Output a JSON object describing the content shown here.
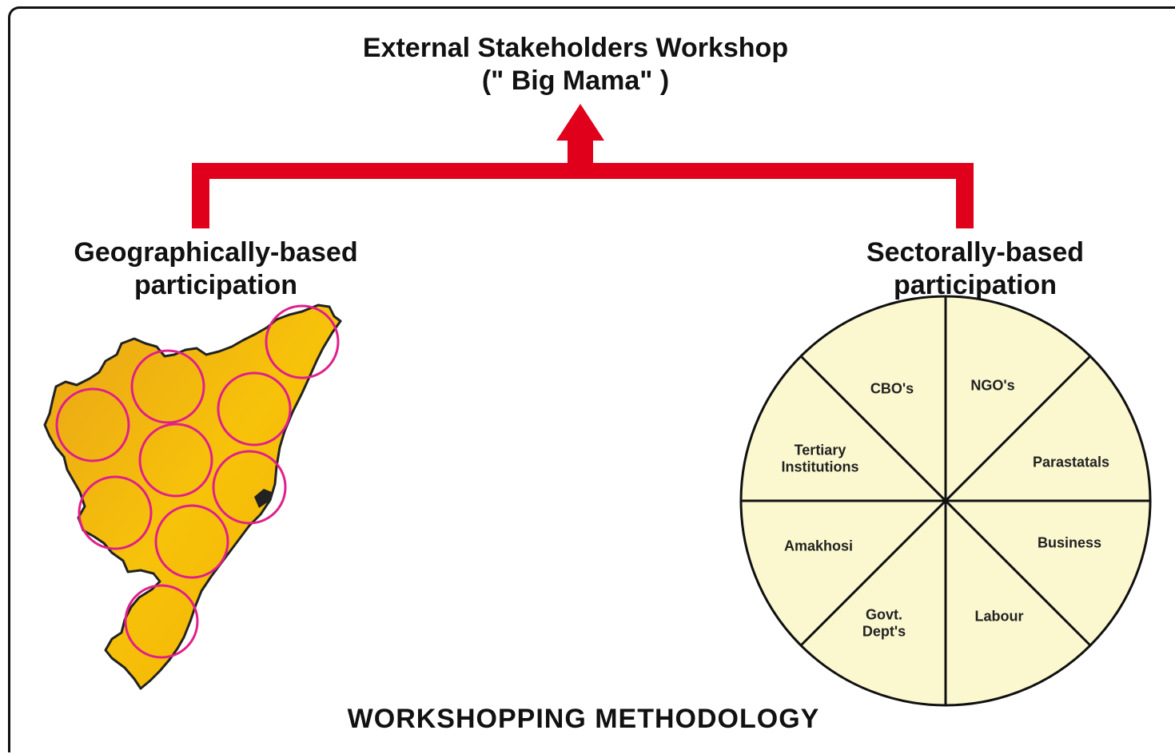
{
  "title": {
    "line1": "External Stakeholders Workshop",
    "line2": "(\" Big Mama\" )"
  },
  "left_branch": {
    "line1": "Geographically-based",
    "line2": "participation"
  },
  "right_branch": {
    "line1": "Sectorally-based",
    "line2": "participation"
  },
  "footer": "WORKSHOPPING METHODOLOGY",
  "sectors": {
    "cbos": "CBO's",
    "ngos": "NGO's",
    "parastatals": "Parastatals",
    "business": "Business",
    "labour": "Labour",
    "govt_line1": "Govt.",
    "govt_line2": "Dept's",
    "amakhosi": "Amakhosi",
    "tertiary_line1": "Tertiary",
    "tertiary_line2": "Institutions"
  },
  "colors": {
    "connector": "#e0001b",
    "map_fill": "#f5b800",
    "region_circle": "#e0208a",
    "pie_fill": "#fbf8d0"
  }
}
